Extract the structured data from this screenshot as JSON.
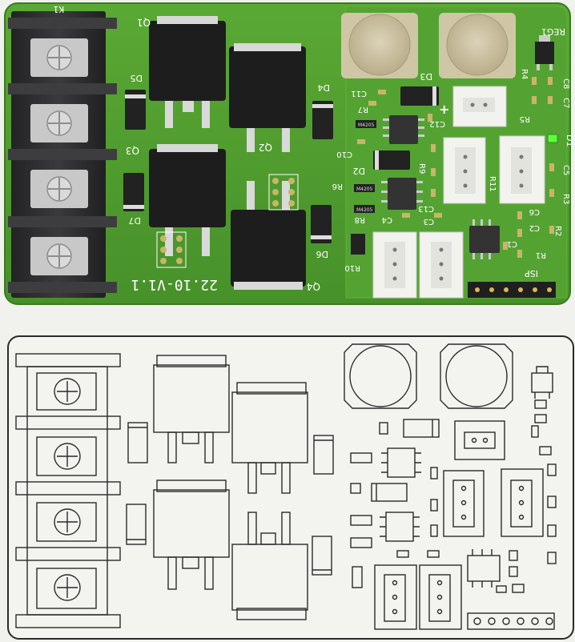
{
  "board": {
    "version_label": "22.10-V1.1",
    "terminal_ref": "K1",
    "mosfets": [
      "Q1",
      "Q2",
      "Q3",
      "Q4"
    ],
    "diodes": [
      "D5",
      "D4",
      "D7",
      "D6",
      "D3",
      "D2",
      "D1"
    ],
    "resistors": [
      "R7",
      "R6",
      "R8",
      "R9",
      "R10",
      "R4",
      "R5",
      "R3",
      "R2",
      "R1",
      "R11"
    ],
    "capacitors": [
      "C11",
      "C12",
      "C10",
      "C4",
      "C13",
      "C3",
      "C8",
      "C7",
      "C5",
      "C6",
      "C2",
      "C1"
    ],
    "regulator_ref": "REG1",
    "isp_label": "ISP",
    "plus_mark": "+",
    "chip_marks": [
      "M4205",
      "M4205",
      "M4205"
    ]
  },
  "colors": {
    "pcb": "#4f9a2c",
    "pcb_edge": "#3f8524",
    "silk": "#ffffff",
    "terminal": "#2c2c2e",
    "mosfet": "#1d1d1d",
    "pad": "#c9b46a",
    "led": "#5dff3a",
    "drawing_bg": "#efefeb",
    "drawing_line": "#2a2a2a"
  }
}
